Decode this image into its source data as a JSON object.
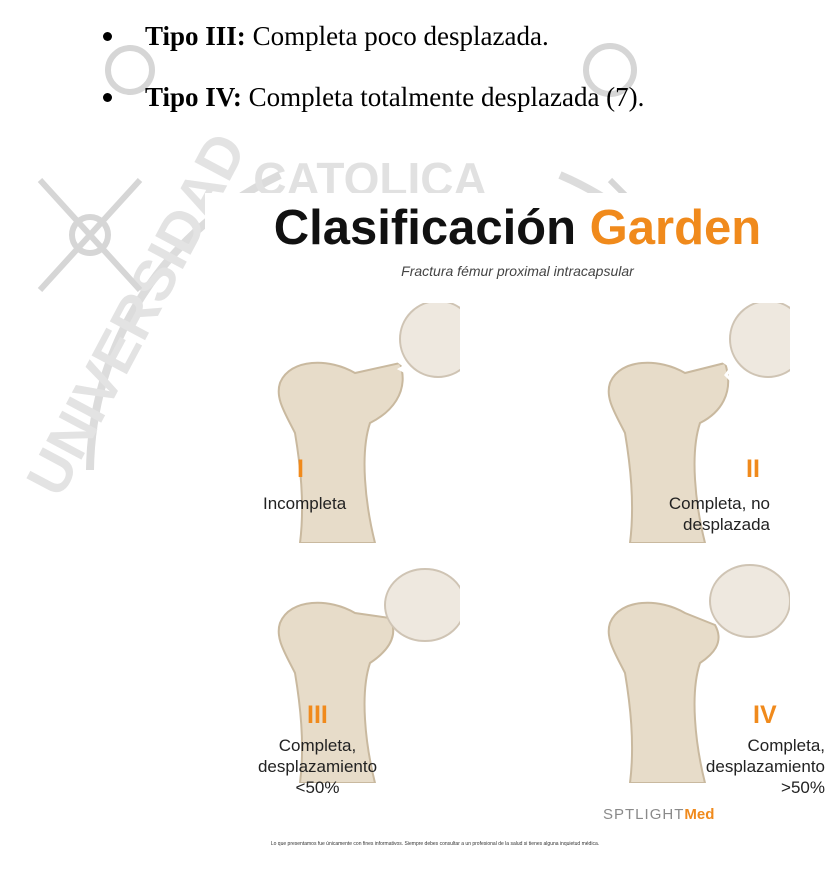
{
  "bullets": [
    {
      "bold": "Tipo III:",
      "text": " Completa poco desplazada."
    },
    {
      "bold": "Tipo IV:",
      "text": " Completa totalmente desplazada (7)."
    }
  ],
  "watermark": {
    "text": "UNIVERSIDAD CATOLICA",
    "color": "#d9d9d9"
  },
  "figure": {
    "title_main": "Clasificación",
    "title_accent": "Garden",
    "subtitle": "Fractura fémur proximal intracapsular",
    "accent_color": "#f08a1c",
    "types": [
      {
        "numeral": "I",
        "lines": [
          "Incompleta"
        ]
      },
      {
        "numeral": "II",
        "lines": [
          "Completa, no",
          "desplazada"
        ]
      },
      {
        "numeral": "III",
        "lines": [
          "Completa,",
          "desplazamiento",
          "<50%"
        ]
      },
      {
        "numeral": "IV",
        "lines": [
          "Completa,",
          "desplazamiento",
          ">50%"
        ]
      }
    ],
    "logo": {
      "prefix": "SP",
      "mid": "TLIGHT",
      "accent": "Med"
    },
    "disclaimer": "Lo que presentamos fue únicamente con fines informativos. Siempre debes consultar a un profesional de la salud si tienes alguna inquietud médica."
  }
}
